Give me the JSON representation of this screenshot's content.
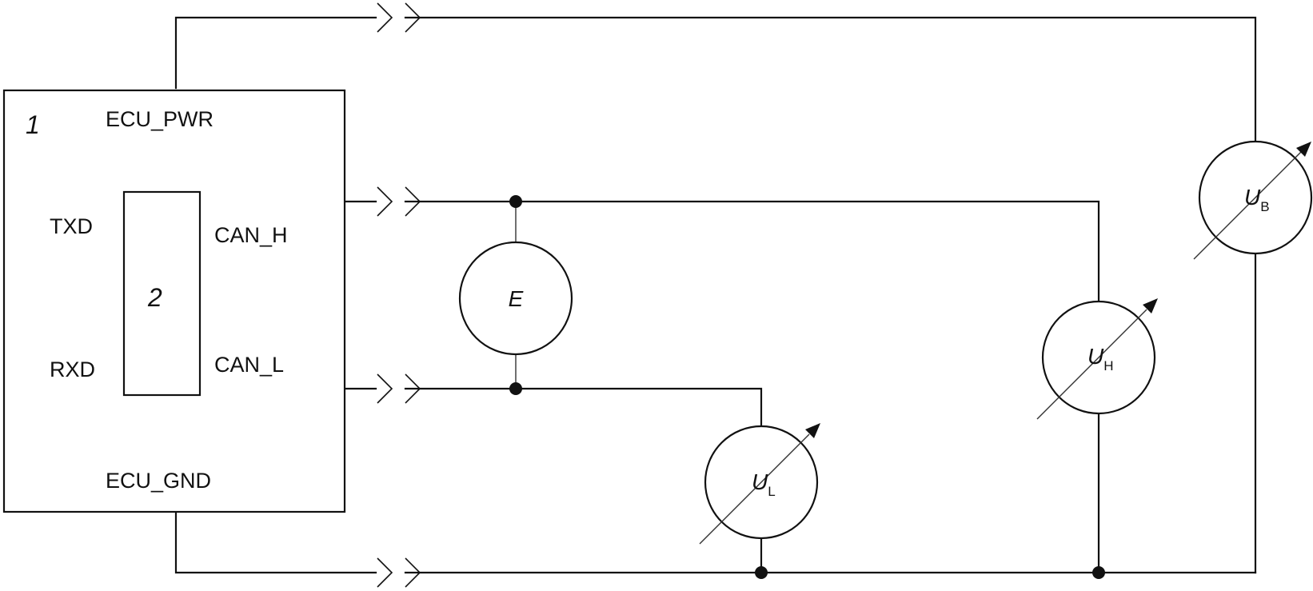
{
  "ecu": {
    "number": "1",
    "power_pin": "ECU_PWR",
    "ground_pin": "ECU_GND"
  },
  "transceiver": {
    "number": "2",
    "txd": "TXD",
    "rxd": "RXD",
    "can_h": "CAN_H",
    "can_l": "CAN_L"
  },
  "sources": {
    "e": {
      "symbol": "E"
    },
    "u_l": {
      "symbol": "U",
      "subscript": "L"
    },
    "u_h": {
      "symbol": "U",
      "subscript": "H"
    },
    "u_b": {
      "symbol": "U",
      "subscript": "B"
    }
  }
}
